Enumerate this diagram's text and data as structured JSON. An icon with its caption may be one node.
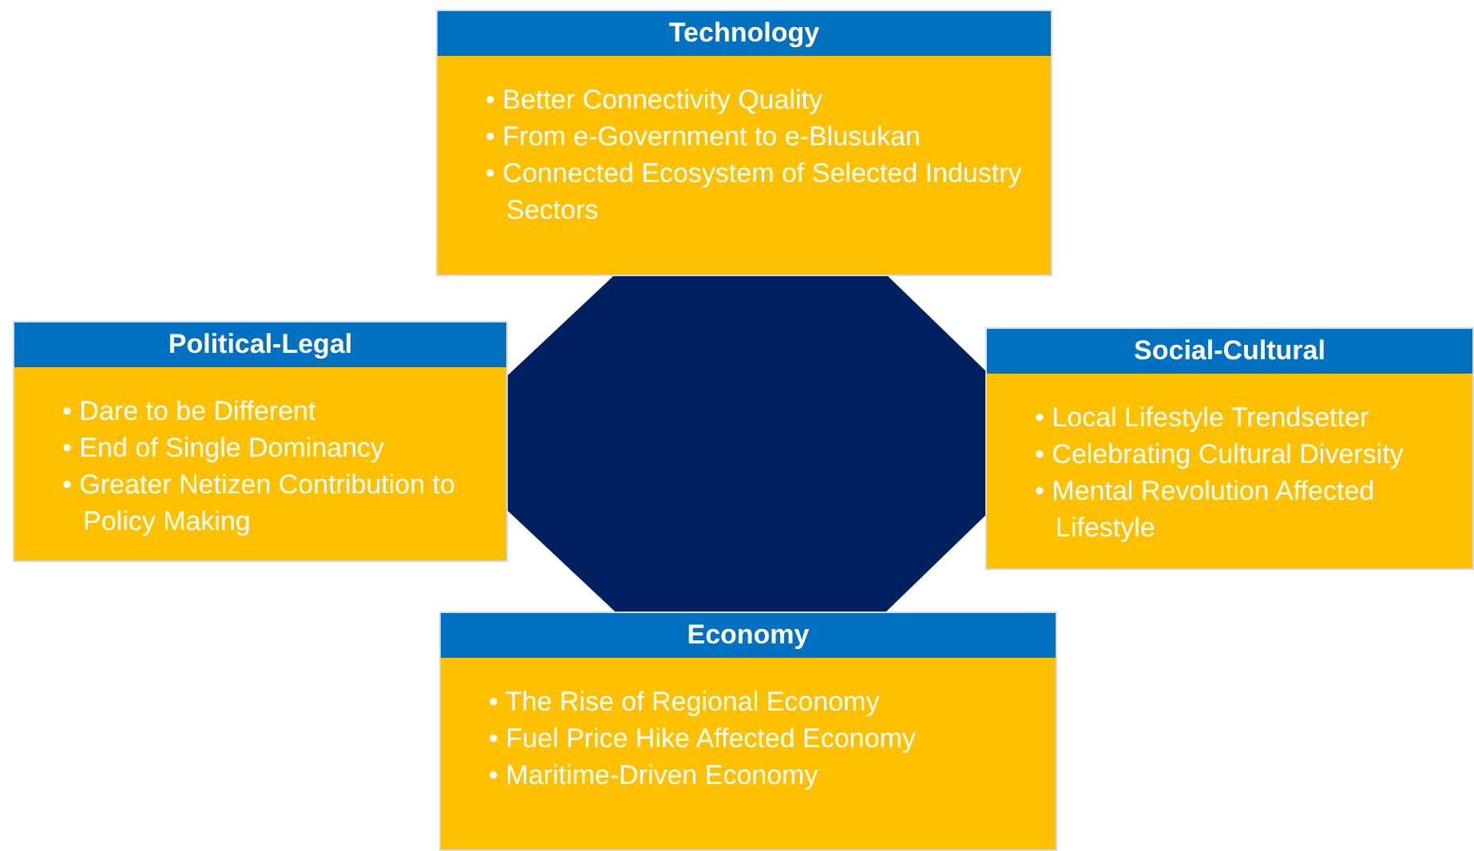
{
  "diagram": {
    "nodes": [
      {
        "text": [
          "Technology",
          "• Better Connectivity Quality",
          "• From e-Government to e-Blusukan",
          "• Connected Ecosystem of Selected Industry Sectors"
        ]
      },
      {
        "text": [
          "Political-Legal",
          "• Dare to be Different",
          "• End of Single Dominancy",
          "• Greater Netizen Contribution to Policy Making"
        ]
      },
      {
        "text": [
          "Social-Cultural",
          "• Local Lifestyle Trendsetter",
          "• Celebrating Cultural Diversity",
          "• Mental Revolution Affected Lifestyle"
        ]
      },
      {
        "text": [
          "Economy",
          "• The Rise of Regional Economy",
          "• Fuel Price Hike Affected Economy",
          "• Maritime-Driven Economy"
        ]
      },
      {
        "text": [],
        "shape": "octagon"
      }
    ]
  }
}
